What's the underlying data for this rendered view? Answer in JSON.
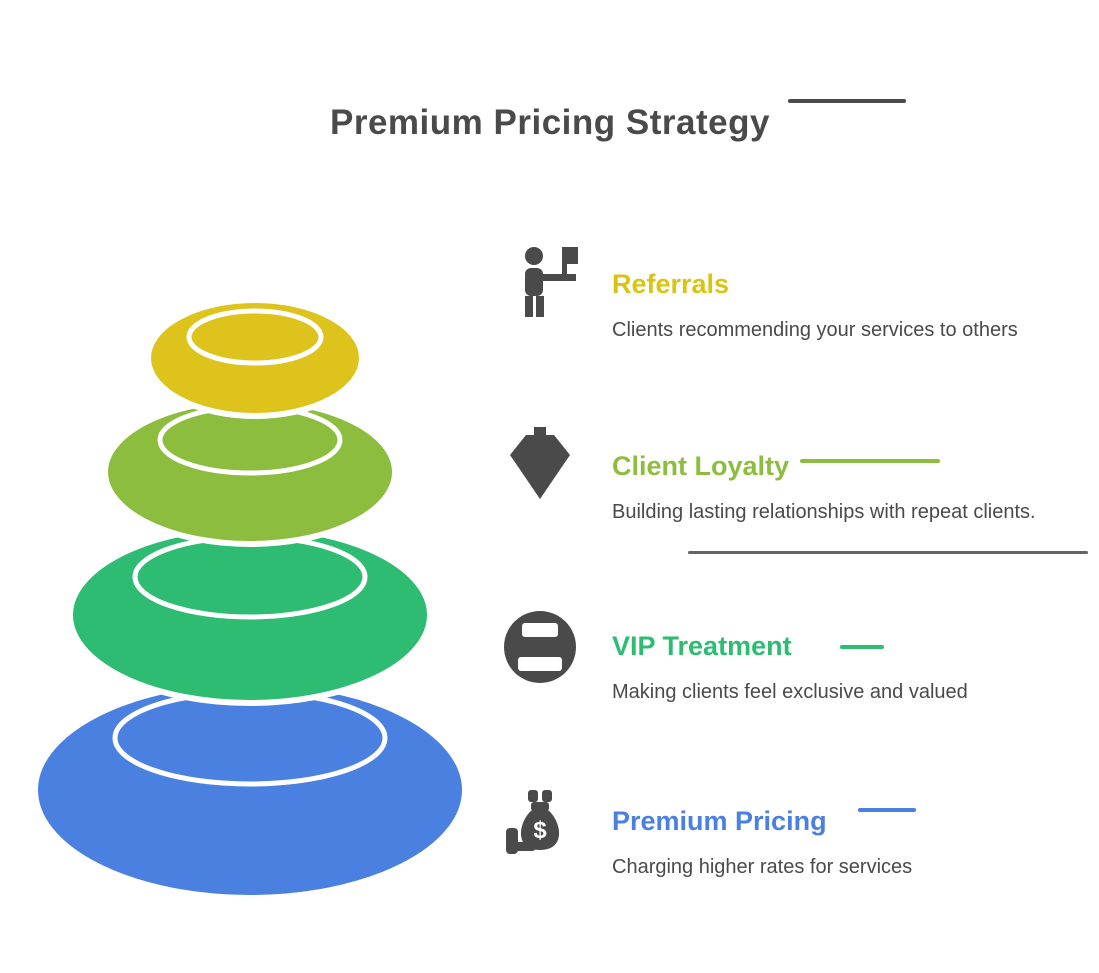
{
  "title": {
    "text": "Premium Pricing Strategy"
  },
  "colors": {
    "text_dark": "#4a4a4a",
    "yellow": "#ddc31c",
    "yellow_text": "#d9c412",
    "lime": "#8cbd3e",
    "emerald": "#2ebb72",
    "blue": "#4a80e0",
    "rim_white": "#ffffff"
  },
  "stones": [
    {
      "name": "premium-pricing-stone",
      "fill": "#4a80e0"
    },
    {
      "name": "vip-treatment-stone",
      "fill": "#2ebb72"
    },
    {
      "name": "client-loyalty-stone",
      "fill": "#8cbd3e"
    },
    {
      "name": "referrals-stone",
      "fill": "#ddc31c"
    }
  ],
  "entries": [
    {
      "label": "Referrals",
      "label_color": "#d9c412",
      "description": "Clients recommending your services to others",
      "icon": "person-referral-icon"
    },
    {
      "label": "Client Loyalty",
      "label_color": "#8cbd3e",
      "description": "Building lasting relationships with repeat clients.",
      "icon": "loyalty-gem-icon"
    },
    {
      "label": "VIP Treatment",
      "label_color": "#2ebb72",
      "description": "Making clients feel exclusive and valued",
      "icon": "vip-coin-icon"
    },
    {
      "label": "Premium Pricing",
      "label_color": "#4a80e0",
      "description": "Charging higher rates for services",
      "icon": "money-bag-icon"
    }
  ]
}
